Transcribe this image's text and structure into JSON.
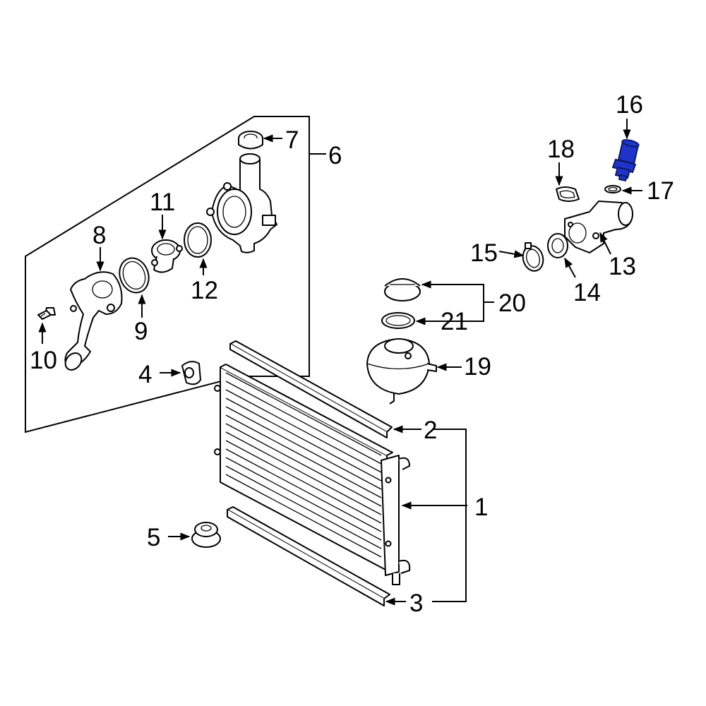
{
  "colors": {
    "line": "#000000",
    "background": "#ffffff",
    "highlight": "#1f33c8"
  },
  "highlighted_part": "16",
  "callouts": [
    {
      "id": "1",
      "label": "1"
    },
    {
      "id": "2",
      "label": "2"
    },
    {
      "id": "3",
      "label": "3"
    },
    {
      "id": "4",
      "label": "4"
    },
    {
      "id": "5",
      "label": "5"
    },
    {
      "id": "6",
      "label": "6"
    },
    {
      "id": "7",
      "label": "7"
    },
    {
      "id": "8",
      "label": "8"
    },
    {
      "id": "9",
      "label": "9"
    },
    {
      "id": "10",
      "label": "10"
    },
    {
      "id": "11",
      "label": "11"
    },
    {
      "id": "12",
      "label": "12"
    },
    {
      "id": "13",
      "label": "13"
    },
    {
      "id": "14",
      "label": "14"
    },
    {
      "id": "15",
      "label": "15"
    },
    {
      "id": "16",
      "label": "16"
    },
    {
      "id": "17",
      "label": "17"
    },
    {
      "id": "18",
      "label": "18"
    },
    {
      "id": "19",
      "label": "19"
    },
    {
      "id": "20",
      "label": "20"
    },
    {
      "id": "21",
      "label": "21"
    }
  ]
}
